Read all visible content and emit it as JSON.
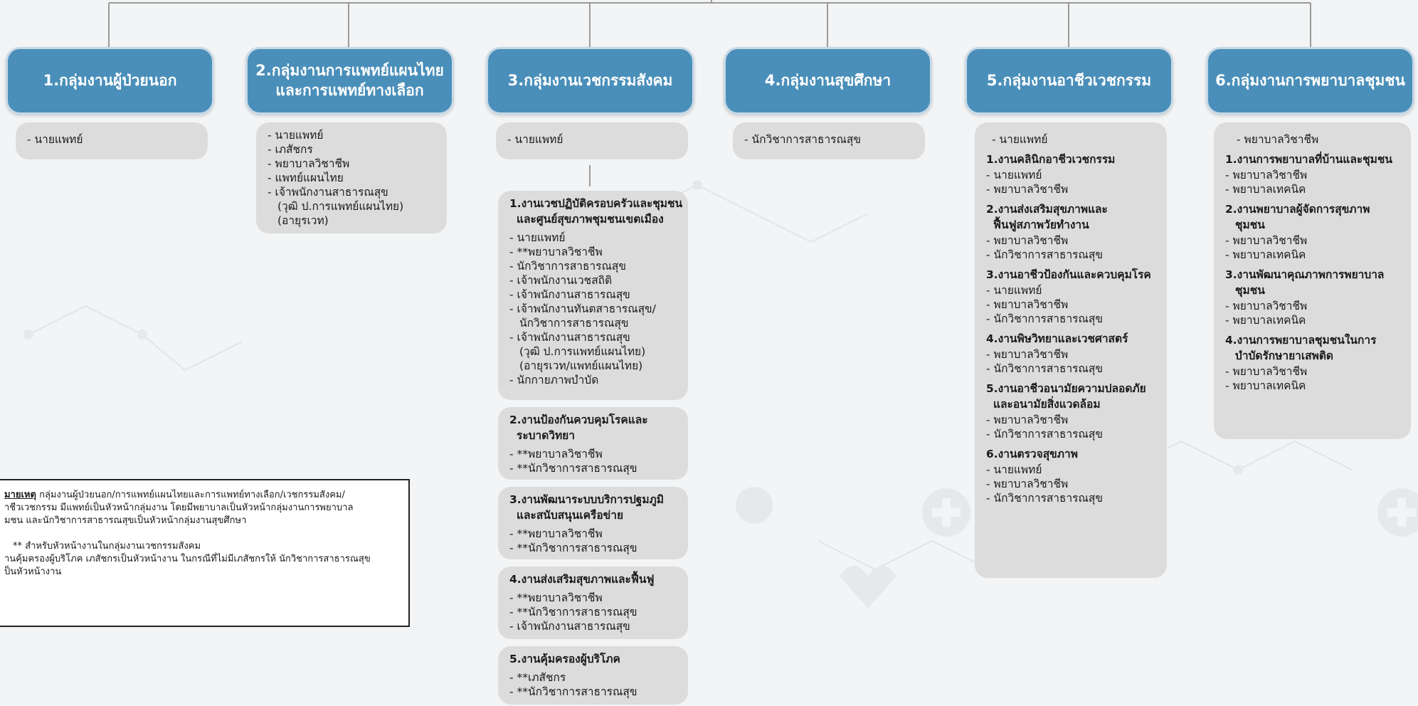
{
  "groups": [
    {
      "title": "1.กลุ่มงานผู้ป่วยนอก",
      "staff": [
        "- นายแพทย์"
      ]
    },
    {
      "title_lines": [
        "2.กลุ่มงานการแพทย์แผนไทย",
        "และการแพทย์ทางเลือก"
      ],
      "staff": [
        "- นายแพทย์",
        "- เภสัชกร",
        "- พยาบาลวิชาชีพ",
        "- แพทย์แผนไทย",
        "- เจ้าพนักงานสาธารณสุข",
        "(วุฒิ ป.การแพทย์แผนไทย)",
        "(อายุรเวท)"
      ]
    },
    {
      "title": "3.กลุ่มงานเวชกรรมสังคม",
      "staff": [
        "- นายแพทย์"
      ],
      "sections": [
        {
          "title_lines": [
            "1.งานเวชปฏิบัติครอบครัวและชุมชน",
            "และศูนย์สุขภาพชุมชนเขตเมือง"
          ],
          "staff": [
            "- นายแพทย์",
            "- **พยาบาลวิชาชีพ",
            "- นักวิชาการสาธารณสุข",
            "- เจ้าพนักงานเวชสถิติ",
            "- เจ้าพนักงานสาธารณสุข",
            "- เจ้าพนักงานทันตสาธารณสุข/",
            "นักวิชาการสาธารณสุข",
            "- เจ้าพนักงานสาธารณสุข",
            "(วุฒิ ป.การแพทย์แผนไทย)",
            "(อายุรเวท/แพทย์แผนไทย)",
            "- นักกายภาพบำบัด"
          ]
        },
        {
          "title_lines": [
            "2.งานป้องกันควบคุมโรคและ",
            "ระบาดวิทยา"
          ],
          "staff": [
            "- **พยาบาลวิชาชีพ",
            "- **นักวิชาการสาธารณสุข"
          ]
        },
        {
          "title_lines": [
            "3.งานพัฒนาระบบบริการปฐมภูมิ",
            "และสนับสนุนเครือข่าย"
          ],
          "staff": [
            "- **พยาบาลวิชาชีพ",
            "- **นักวิชาการสาธารณสุข"
          ]
        },
        {
          "title_lines": [
            "4.งานส่งเสริมสุขภาพและฟื้นฟู"
          ],
          "staff": [
            "- **พยาบาลวิชาชีพ",
            "- **นักวิชาการสาธารณสุข",
            "- เจ้าพนักงานสาธารณสุข"
          ]
        },
        {
          "title_lines": [
            "5.งานคุ้มครองผู้บริโภค"
          ],
          "staff": [
            "- **เภสัชกร",
            "- **นักวิชาการสาธารณสุข"
          ]
        }
      ]
    },
    {
      "title": "4.กลุ่มงานสุขศึกษา",
      "staff": [
        "- นักวิชาการสาธารณสุข"
      ]
    },
    {
      "title": "5.กลุ่มงานอาชีวเวชกรรม",
      "staff": [
        "- นายแพทย์"
      ],
      "sections": [
        {
          "title_lines": [
            "1.งานคลินิกอาชีวเวชกรรม"
          ],
          "staff": [
            "- นายแพทย์",
            "- พยาบาลวิชาชีพ"
          ]
        },
        {
          "title_lines": [
            "2.งานส่งเสริมสุขภาพและ",
            "ฟื้นฟูสภาพวัยทำงาน"
          ],
          "staff": [
            "- พยาบาลวิชาชีพ",
            "- นักวิชาการสาธารณสุข"
          ]
        },
        {
          "title_lines": [
            "3.งานอาชีวป้องกันและควบคุมโรค"
          ],
          "staff": [
            "- นายแพทย์",
            "- พยาบาลวิชาชีพ",
            "- นักวิชาการสาธารณสุข"
          ]
        },
        {
          "title_lines": [
            "4.งานพิษวิทยาและเวชศาสตร์"
          ],
          "staff": [
            "- พยาบาลวิชาชีพ",
            "- นักวิชาการสาธารณสุข"
          ]
        },
        {
          "title_lines": [
            "5.งานอาชีวอนามัยความปลอดภัย",
            "และอนามัยสิ่งแวดล้อม"
          ],
          "staff": [
            "- พยาบาลวิชาชีพ",
            "- นักวิชาการสาธารณสุข"
          ]
        },
        {
          "title_lines": [
            "6.งานตรวจสุขภาพ"
          ],
          "staff": [
            "- นายแพทย์",
            "- พยาบาลวิชาชีพ",
            "- นักวิชาการสาธารณสุข"
          ]
        }
      ]
    },
    {
      "title": "6.กลุ่มงานการพยาบาลชุมชน",
      "staff": [
        "- พยาบาลวิชาชีพ"
      ],
      "sections": [
        {
          "title_lines": [
            "1.งานการพยาบาลที่บ้านและชุมชน"
          ],
          "staff": [
            "- พยาบาลวิชาชีพ",
            "- พยาบาลเทคนิค"
          ]
        },
        {
          "title_lines": [
            "2.งานพยาบาลผู้จัดการสุขภาพ",
            "ชุมชน"
          ],
          "staff": [
            "- พยาบาลวิชาชีพ",
            "- พยาบาลเทคนิค"
          ]
        },
        {
          "title_lines": [
            "3.งานพัฒนาคุณภาพการพยาบาล",
            "ชุมชน"
          ],
          "staff": [
            "- พยาบาลวิชาชีพ",
            "- พยาบาลเทคนิค"
          ]
        },
        {
          "title_lines": [
            "4.งานการพยาบาลชุมชนในการ",
            "บำบัดรักษายาเสพติด"
          ],
          "staff": [
            "- พยาบาลวิชาชีพ",
            "- พยาบาลเทคนิค"
          ]
        }
      ]
    }
  ],
  "note": {
    "label": "มายเหตุ",
    "line1_rest": "  กลุ่มงานผู้ป่วยนอก/การแพทย์แผนไทยและการแพทย์ทางเลือก/เวชกรรมสังคม/",
    "line2": "าชีวเวชกรรม มีแพทย์เป็นหัวหน้ากลุ่มงาน โดยมีพยาบาลเป็นหัวหน้ากลุ่มงานการพยาบาล",
    "line3": "มชน และนักวิชาการสาธารณสุขเป็นหัวหน้ากลุ่มงานสุขศึกษา",
    "line4": "** สำหรับหัวหน้างานในกลุ่มงานเวชกรรมสังคม",
    "line5": "านคุ้มครองผู้บริโภค เภสัชกรเป็นหัวหน้างาน ในกรณีที่ไม่มีเภสัชกรให้ นักวิชาการสาธารณสุข",
    "line6": "ป็นหัวหน้างาน"
  },
  "colors": {
    "header_bg": "#4a8fba",
    "header_border": "#c7d9e6",
    "card_bg": "#dcdcdc",
    "connector": "#9a9a9a",
    "page_bg": "#f3f4f5"
  }
}
